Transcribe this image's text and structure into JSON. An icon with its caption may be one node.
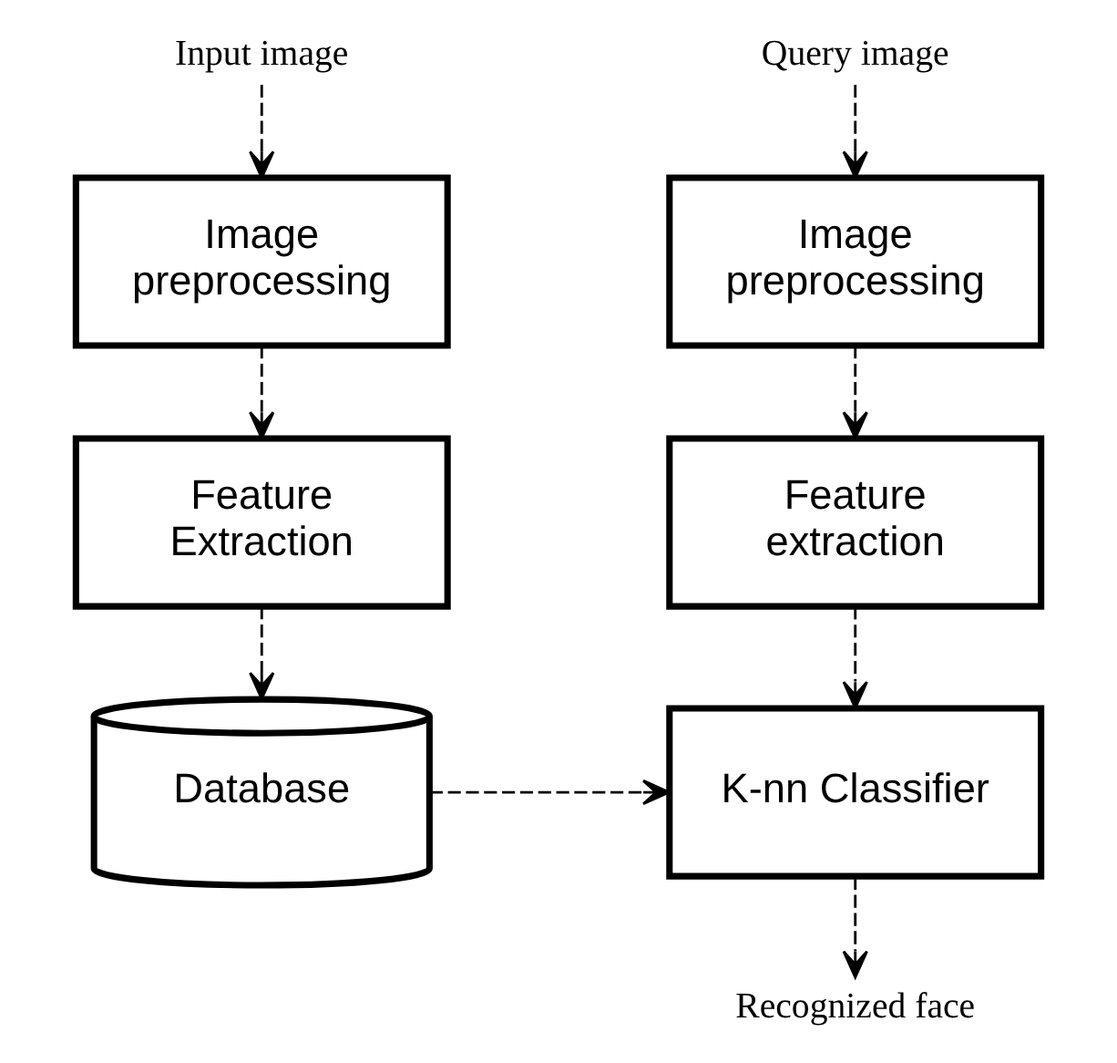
{
  "diagram": {
    "nodes": [
      {
        "text": [
          "Input image"
        ]
      },
      {
        "text": [
          "Image preprocessing"
        ]
      },
      {
        "text": [
          "Feature Extraction"
        ]
      },
      {
        "text": [
          "Database"
        ]
      },
      {
        "text": [
          "Query image"
        ]
      },
      {
        "text": [
          "Image preprocessing"
        ]
      },
      {
        "text": [
          "Feature extraction"
        ]
      },
      {
        "text": [
          "K-nn Classifier"
        ]
      },
      {
        "text": [
          "Recognized face"
        ]
      }
    ],
    "edges": [
      {
        "from": 0,
        "to": 1,
        "arrow": "to",
        "style": "dashed"
      },
      {
        "from": 1,
        "to": 2,
        "arrow": "to",
        "style": "dashed"
      },
      {
        "from": 2,
        "to": 3,
        "arrow": "to",
        "style": "dashed"
      },
      {
        "from": 4,
        "to": 5,
        "arrow": "to",
        "style": "dashed"
      },
      {
        "from": 5,
        "to": 6,
        "arrow": "to",
        "style": "dashed"
      },
      {
        "from": 6,
        "to": 7,
        "arrow": "to",
        "style": "dashed"
      },
      {
        "from": 3,
        "to": 7,
        "arrow": "to",
        "style": "dashed"
      },
      {
        "from": 7,
        "to": 8,
        "arrow": "to",
        "style": "dashed"
      }
    ]
  }
}
